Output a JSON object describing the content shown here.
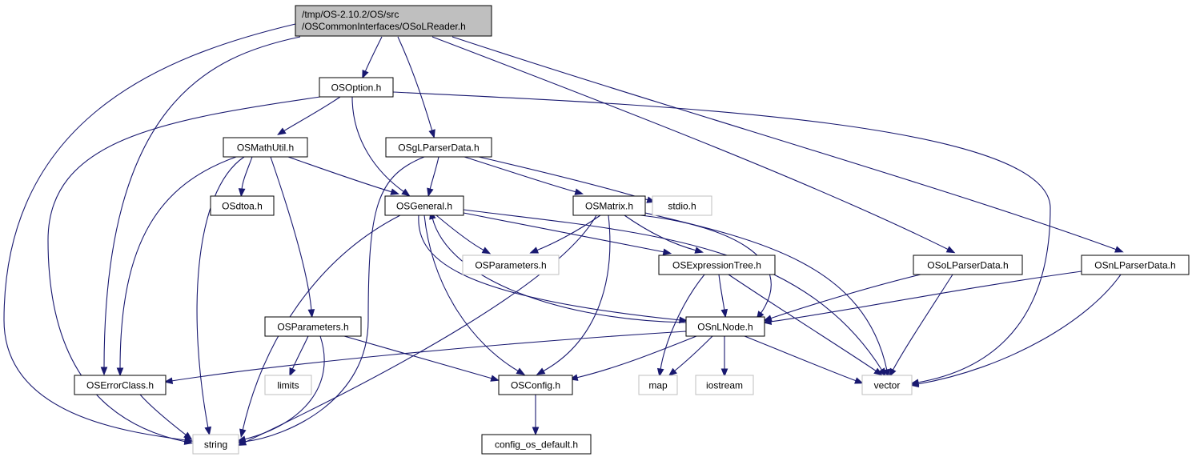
{
  "colors": {
    "edge": "#191970",
    "node_border": "#000000",
    "external_border": "#bfbfbf",
    "root_fill": "#bfbfbf",
    "node_fill": "#ffffff",
    "text": "#000000"
  },
  "nodes": [
    {
      "id": "root",
      "lines": [
        "/tmp/OS-2.10.2/OS/src",
        "/OSCommonInterfaces/OSoLReader.h"
      ],
      "kind": "root"
    },
    {
      "id": "osoption",
      "lines": [
        "OSOption.h"
      ],
      "kind": "header"
    },
    {
      "id": "osmathutil",
      "lines": [
        "OSMathUtil.h"
      ],
      "kind": "header"
    },
    {
      "id": "osglparserdata",
      "lines": [
        "OSgLParserData.h"
      ],
      "kind": "header"
    },
    {
      "id": "osdtoa",
      "lines": [
        "OSdtoa.h"
      ],
      "kind": "header"
    },
    {
      "id": "osgeneral",
      "lines": [
        "OSGeneral.h"
      ],
      "kind": "header"
    },
    {
      "id": "osmatrix",
      "lines": [
        "OSMatrix.h"
      ],
      "kind": "header"
    },
    {
      "id": "stdio",
      "lines": [
        "stdio.h"
      ],
      "kind": "external"
    },
    {
      "id": "osparameters_ext",
      "lines": [
        "OSParameters.h"
      ],
      "kind": "external"
    },
    {
      "id": "osexpressiontree",
      "lines": [
        "OSExpressionTree.h"
      ],
      "kind": "header"
    },
    {
      "id": "osolparserdata",
      "lines": [
        "OSoLParserData.h"
      ],
      "kind": "header"
    },
    {
      "id": "osnlparserdata",
      "lines": [
        "OSnLParserData.h"
      ],
      "kind": "header"
    },
    {
      "id": "osparameters",
      "lines": [
        "OSParameters.h"
      ],
      "kind": "header"
    },
    {
      "id": "osnlnode",
      "lines": [
        "OSnLNode.h"
      ],
      "kind": "header"
    },
    {
      "id": "oserrorclass",
      "lines": [
        "OSErrorClass.h"
      ],
      "kind": "header"
    },
    {
      "id": "limits",
      "lines": [
        "limits"
      ],
      "kind": "external"
    },
    {
      "id": "osconfig",
      "lines": [
        "OSConfig.h"
      ],
      "kind": "header"
    },
    {
      "id": "map",
      "lines": [
        "map"
      ],
      "kind": "external"
    },
    {
      "id": "iostream",
      "lines": [
        "iostream"
      ],
      "kind": "external"
    },
    {
      "id": "vector",
      "lines": [
        "vector"
      ],
      "kind": "external"
    },
    {
      "id": "string",
      "lines": [
        "string"
      ],
      "kind": "external"
    },
    {
      "id": "config_os_default",
      "lines": [
        "config_os_default.h"
      ],
      "kind": "header"
    }
  ],
  "edges": [
    {
      "from": "root",
      "to": "osoption"
    },
    {
      "from": "root",
      "to": "osglparserdata"
    },
    {
      "from": "root",
      "to": "oserrorclass"
    },
    {
      "from": "root",
      "to": "string"
    },
    {
      "from": "root",
      "to": "osolparserdata"
    },
    {
      "from": "root",
      "to": "osnlparserdata"
    },
    {
      "from": "osoption",
      "to": "osmathutil"
    },
    {
      "from": "osoption",
      "to": "osgeneral"
    },
    {
      "from": "osoption",
      "to": "string"
    },
    {
      "from": "osoption",
      "to": "vector"
    },
    {
      "from": "osmathutil",
      "to": "osdtoa"
    },
    {
      "from": "osmathutil",
      "to": "osgeneral"
    },
    {
      "from": "osmathutil",
      "to": "osparameters"
    },
    {
      "from": "osmathutil",
      "to": "oserrorclass"
    },
    {
      "from": "osmathutil",
      "to": "string"
    },
    {
      "from": "osglparserdata",
      "to": "osgeneral"
    },
    {
      "from": "osglparserdata",
      "to": "osmatrix"
    },
    {
      "from": "osglparserdata",
      "to": "stdio"
    },
    {
      "from": "osglparserdata",
      "to": "string"
    },
    {
      "from": "osgeneral",
      "to": "osparameters_ext"
    },
    {
      "from": "osgeneral",
      "to": "osexpressiontree"
    },
    {
      "from": "osgeneral",
      "to": "osnlnode"
    },
    {
      "from": "osgeneral",
      "to": "osconfig"
    },
    {
      "from": "osgeneral",
      "to": "string"
    },
    {
      "from": "osgeneral",
      "to": "vector"
    },
    {
      "from": "osmatrix",
      "to": "osparameters_ext"
    },
    {
      "from": "osmatrix",
      "to": "osexpressiontree"
    },
    {
      "from": "osmatrix",
      "to": "osnlnode"
    },
    {
      "from": "osmatrix",
      "to": "osconfig"
    },
    {
      "from": "osmatrix",
      "to": "vector"
    },
    {
      "from": "osmatrix",
      "to": "string"
    },
    {
      "from": "osexpressiontree",
      "to": "osnlnode"
    },
    {
      "from": "osexpressiontree",
      "to": "map"
    },
    {
      "from": "osexpressiontree",
      "to": "vector"
    },
    {
      "from": "osnlnode",
      "to": "osgeneral"
    },
    {
      "from": "osnlnode",
      "to": "oserrorclass"
    },
    {
      "from": "osnlnode",
      "to": "osconfig"
    },
    {
      "from": "osnlnode",
      "to": "map"
    },
    {
      "from": "osnlnode",
      "to": "iostream"
    },
    {
      "from": "osnlnode",
      "to": "vector"
    },
    {
      "from": "osolparserdata",
      "to": "osnlnode"
    },
    {
      "from": "osolparserdata",
      "to": "vector"
    },
    {
      "from": "osnlparserdata",
      "to": "osnlnode"
    },
    {
      "from": "osnlparserdata",
      "to": "vector"
    },
    {
      "from": "osparameters",
      "to": "limits"
    },
    {
      "from": "osparameters",
      "to": "string"
    },
    {
      "from": "osparameters",
      "to": "osconfig"
    },
    {
      "from": "oserrorclass",
      "to": "string"
    },
    {
      "from": "osconfig",
      "to": "config_os_default"
    }
  ]
}
